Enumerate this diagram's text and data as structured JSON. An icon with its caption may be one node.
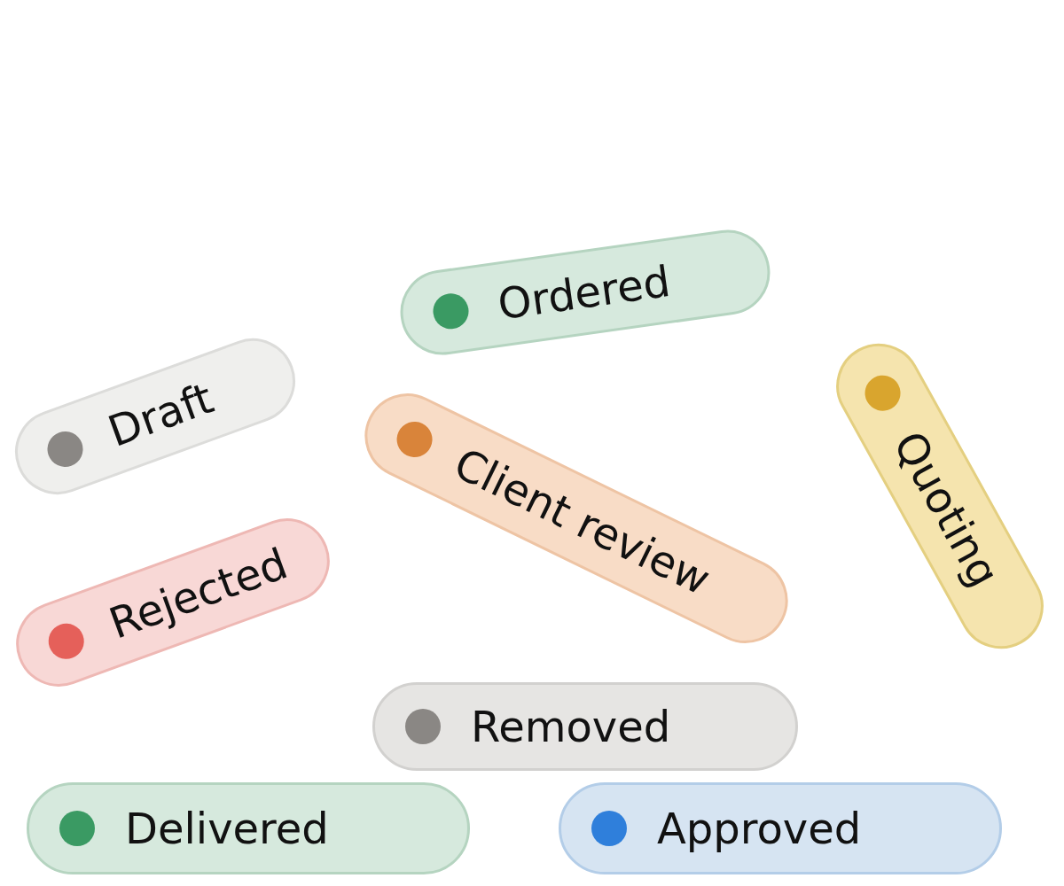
{
  "diagram": {
    "nodes": [
      {
        "text": [
          "Ordered"
        ]
      },
      {
        "text": [
          "Client review"
        ]
      },
      {
        "text": [
          "Quoting"
        ]
      },
      {
        "text": [
          "Draft"
        ]
      },
      {
        "text": [
          "Rejected"
        ]
      },
      {
        "text": [
          "Removed"
        ]
      },
      {
        "text": [
          "Delivered"
        ]
      },
      {
        "text": [
          "Approved"
        ]
      }
    ]
  }
}
